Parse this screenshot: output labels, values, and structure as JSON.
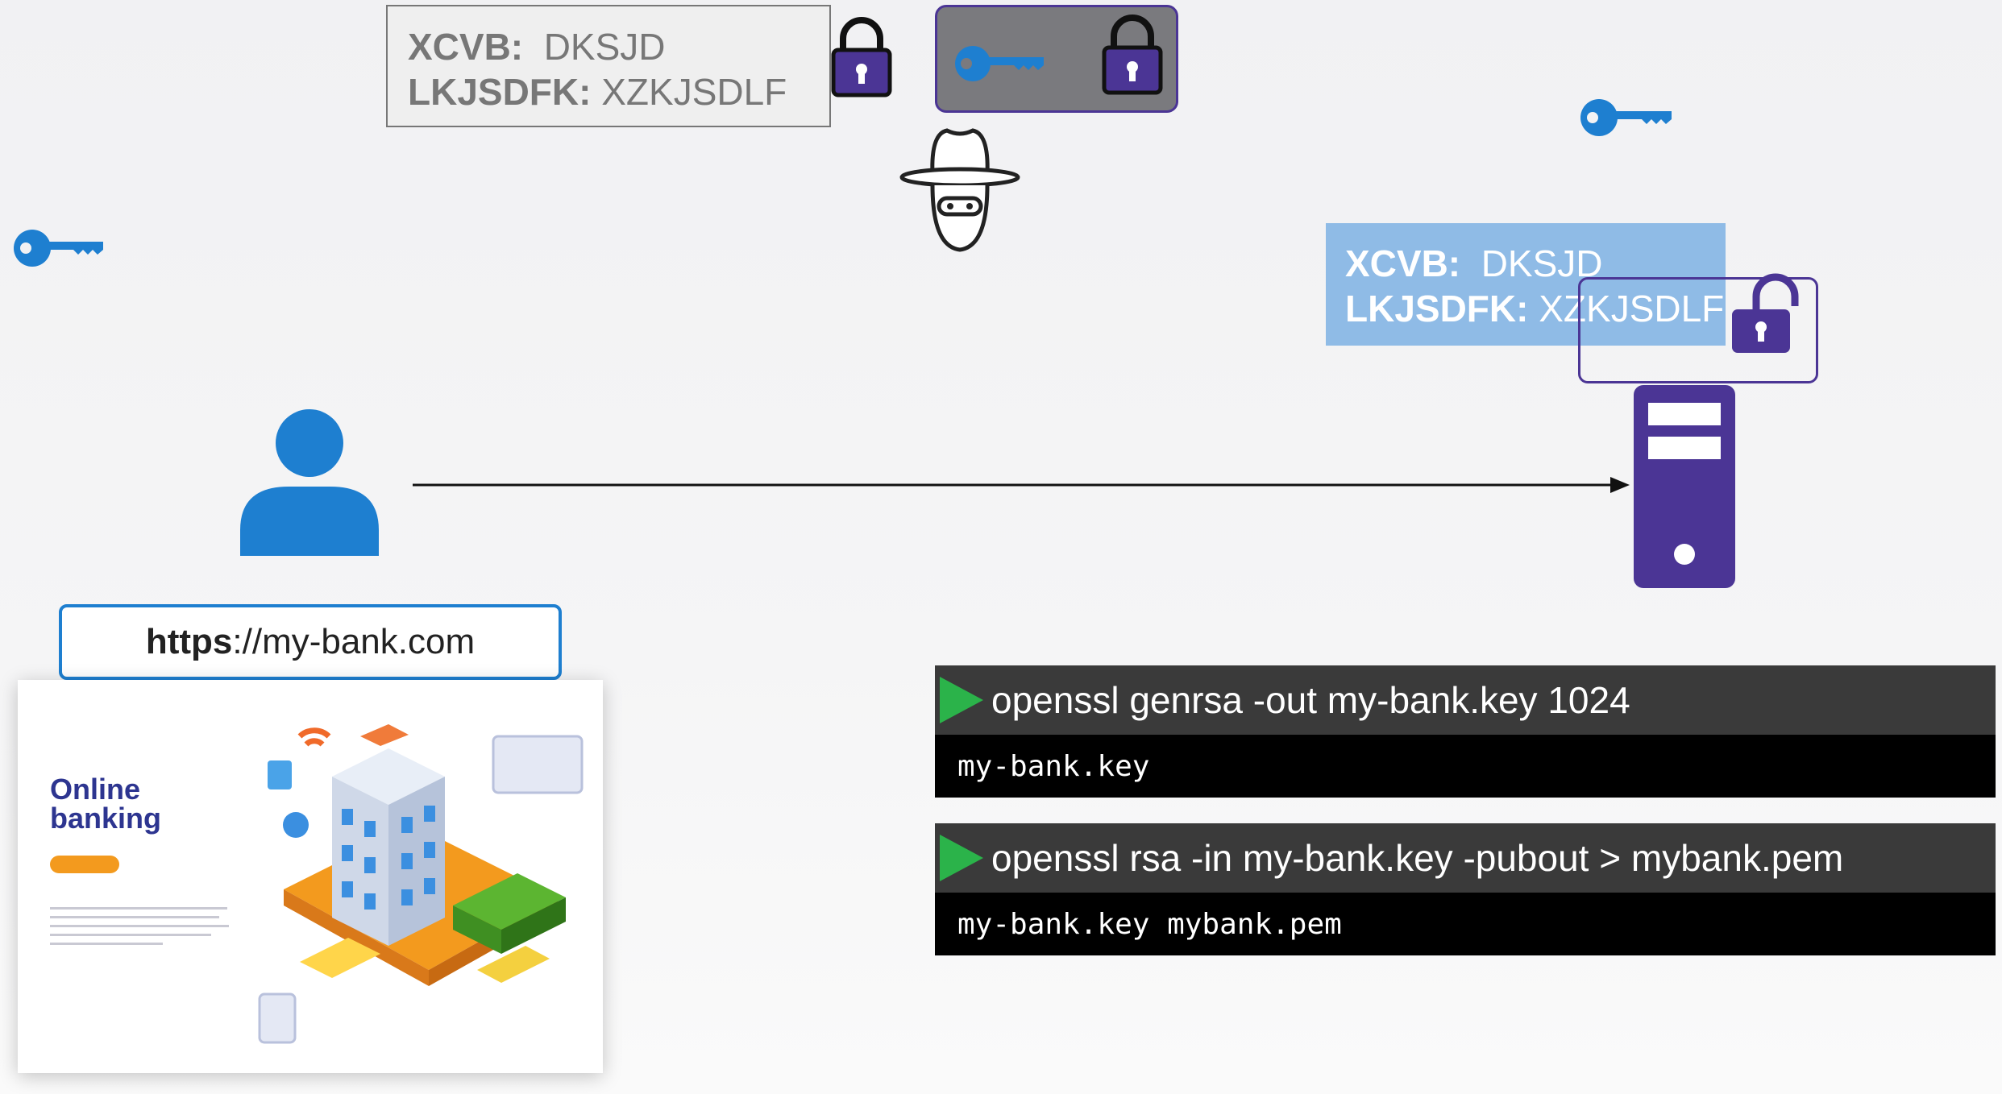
{
  "top_message": {
    "line1_key": "XCVB:",
    "line1_val": "DKSJD",
    "line2_key": "LKJSDFK:",
    "line2_val": "XZKJSDLF"
  },
  "server_message": {
    "line1_key": "XCVB:",
    "line1_val": "DKSJD",
    "line2_key": "LKJSDFK:",
    "line2_val": "XZKJSDLF"
  },
  "browser": {
    "url_bold": "https",
    "url_rest": "://my-bank.com"
  },
  "website": {
    "title_line1": "Online",
    "title_line2": "banking"
  },
  "terminals": [
    {
      "command": "openssl genrsa -out my-bank.key 1024",
      "output": "my-bank.key"
    },
    {
      "command": "openssl rsa -in my-bank.key -pubout > mybank.pem",
      "output": "my-bank.key mybank.pem"
    }
  ],
  "colors": {
    "key_blue": "#1e7fd0",
    "lock_purple": "#4b3595",
    "server_purple": "#4b3595",
    "run_green": "#2bb34a"
  },
  "icons": [
    "key-icon",
    "padlock-icon",
    "hacker-icon",
    "user-icon",
    "server-icon",
    "play-icon"
  ]
}
